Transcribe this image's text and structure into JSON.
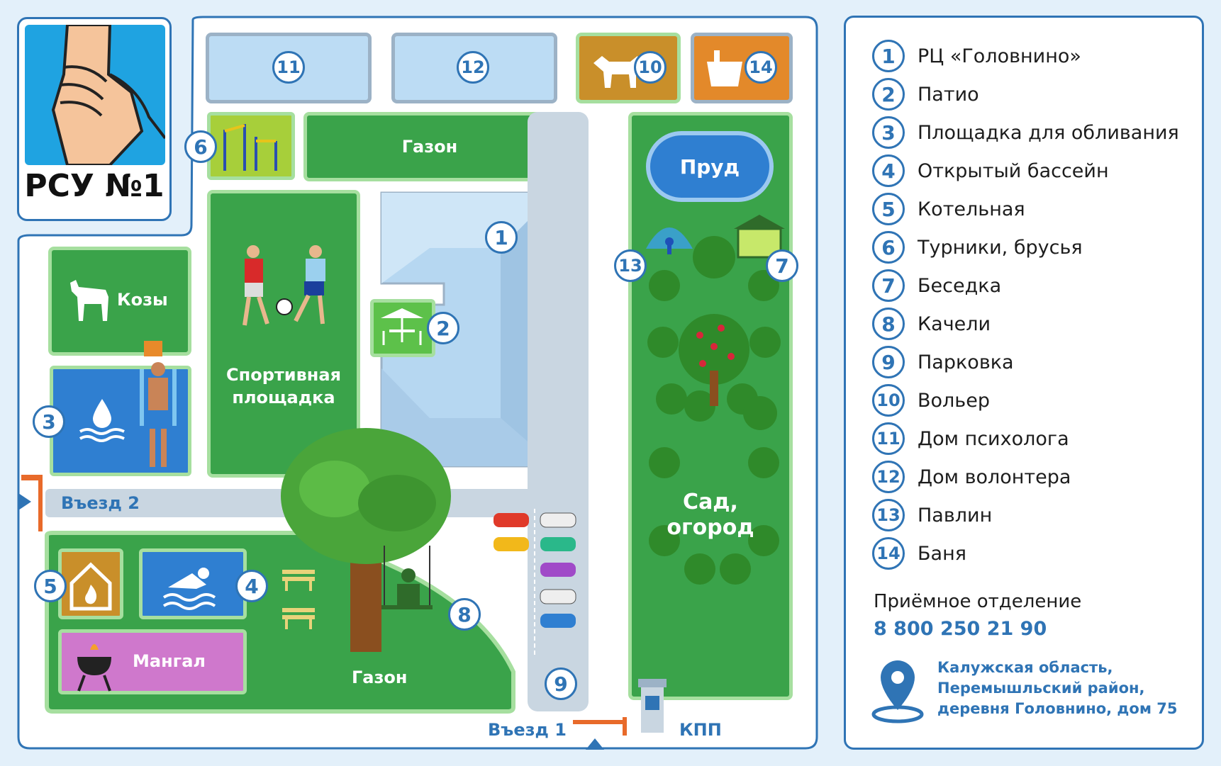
{
  "logo": {
    "title": "РСУ №1"
  },
  "labels": {
    "gazon_top": "Газон",
    "sport": "Спортивная площадка",
    "kozy": "Козы",
    "pond": "Пруд",
    "garden": "Сад, огород",
    "mangal": "Мангал",
    "gazon_bottom": "Газон",
    "entry2": "Въезд 2",
    "entry1": "Въезд 1",
    "kpp": "КПП"
  },
  "markers": [
    "1",
    "2",
    "3",
    "4",
    "5",
    "6",
    "7",
    "8",
    "9",
    "10",
    "11",
    "12",
    "13",
    "14"
  ],
  "legend": [
    {
      "n": "1",
      "t": "РЦ «Головнино»"
    },
    {
      "n": "2",
      "t": "Патио"
    },
    {
      "n": "3",
      "t": "Площадка для обливания"
    },
    {
      "n": "4",
      "t": "Открытый бассейн"
    },
    {
      "n": "5",
      "t": "Котельная"
    },
    {
      "n": "6",
      "t": "Турники, брусья"
    },
    {
      "n": "7",
      "t": "Беседка"
    },
    {
      "n": "8",
      "t": "Качели"
    },
    {
      "n": "9",
      "t": "Парковка"
    },
    {
      "n": "10",
      "t": "Вольер"
    },
    {
      "n": "11",
      "t": "Дом психолога"
    },
    {
      "n": "12",
      "t": "Дом волонтера"
    },
    {
      "n": "13",
      "t": "Павлин"
    },
    {
      "n": "14",
      "t": "Баня"
    }
  ],
  "contact": {
    "dept": "Приёмное отделение",
    "phone": "8 800 250 21 90"
  },
  "address": {
    "line1": "Калужская область,",
    "line2": "Перемышльский район,",
    "line3": "деревня Головнино, дом 75"
  },
  "colors": {
    "accent": "#2f74b5",
    "grass": "#3aa34a",
    "pool": "#2f7fd1",
    "mangal": "#cf78cc",
    "boiler": "#c98f2a"
  }
}
